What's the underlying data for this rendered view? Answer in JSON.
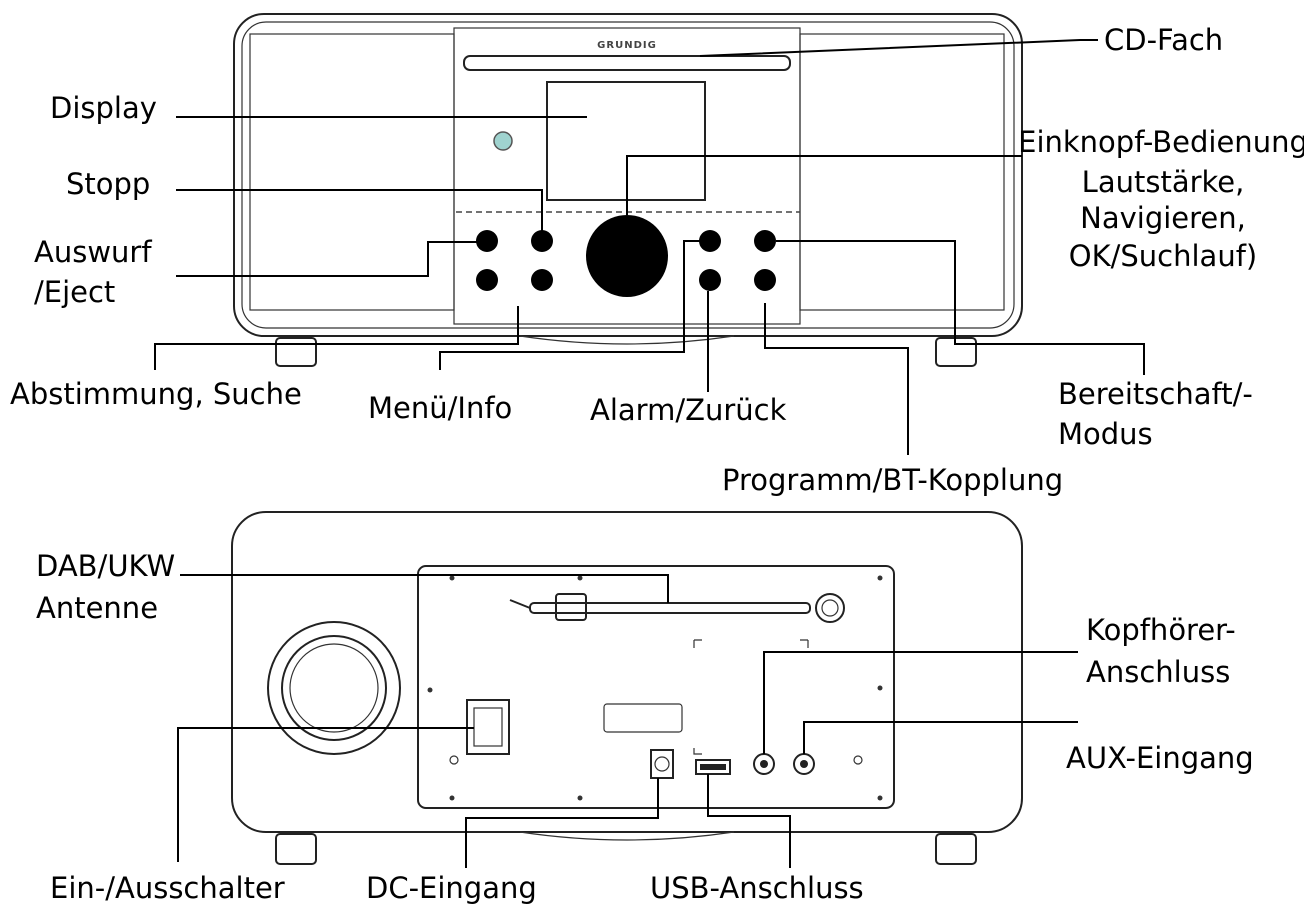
{
  "brand": "GRUNDIG",
  "front_labels": {
    "cd_slot": "CD-Fach",
    "display": "Display",
    "stop": "Stopp",
    "eject_line1": "Auswurf",
    "eject_line2": "/Eject",
    "knob_line1": "Einknopf-Bedienung",
    "knob_line2": "Lautstärke,",
    "knob_line3": "Navigieren,",
    "knob_line4": "OK/Suchlauf)",
    "tuning": "Abstimmung, Suche",
    "menu": "Menü/Info",
    "alarm": "Alarm/Zurück",
    "standby_line1": "Bereitschaft/-",
    "standby_line2": "Modus",
    "program": "Programm/BT-Kopplung"
  },
  "rear_labels": {
    "antenna_line1": "DAB/UKW",
    "antenna_line2": "Antenne",
    "headphone_line1": "Kopfhörer-",
    "headphone_line2": "Anschluss",
    "aux": "AUX-Eingang",
    "power_switch": "Ein-/Ausschalter",
    "dc": "DC-Eingang",
    "usb": "USB-Anschluss"
  }
}
